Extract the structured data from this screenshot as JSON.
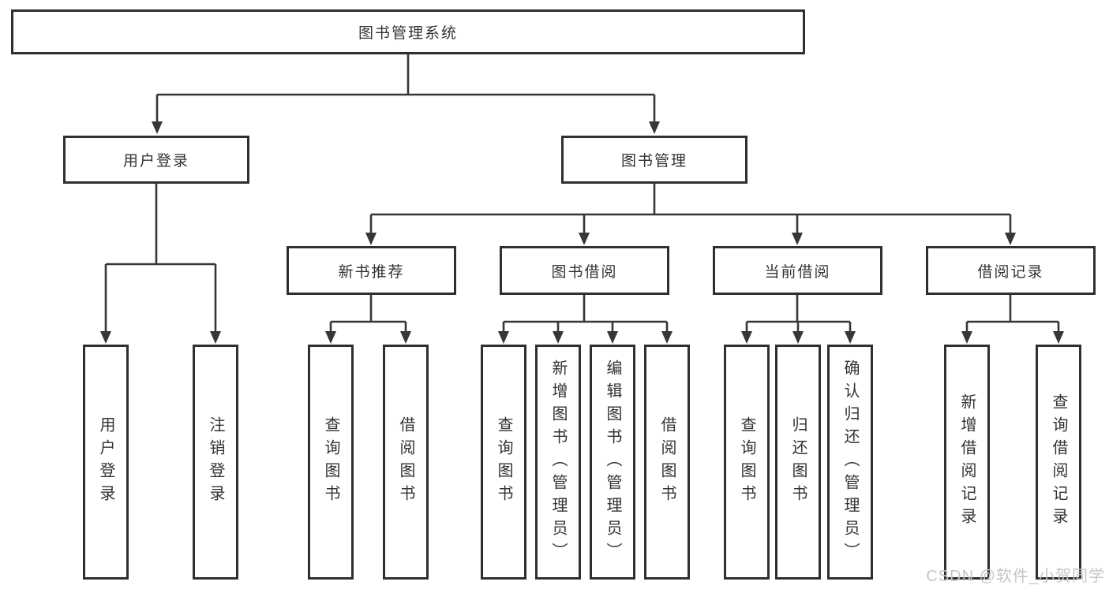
{
  "diagram": {
    "type": "hierarchy-tree",
    "root": {
      "label": "图书管理系统"
    },
    "level2": [
      {
        "label": "用户登录",
        "children": [
          "用户登录",
          "注销登录"
        ]
      },
      {
        "label": "图书管理"
      }
    ],
    "level3": [
      {
        "label": "新书推荐",
        "children": [
          "查询图书",
          "借阅图书"
        ]
      },
      {
        "label": "图书借阅",
        "children": [
          "查询图书",
          "新增图书（管理员）",
          "编辑图书（管理员）",
          "借阅图书"
        ]
      },
      {
        "label": "当前借阅",
        "children": [
          "查询图书",
          "归还图书",
          "确认归还（管理员）"
        ]
      },
      {
        "label": "借阅记录",
        "children": [
          "新增借阅记录",
          "查询借阅记录"
        ]
      }
    ],
    "watermark": "CSDN @软件_小贺同学",
    "colors": {
      "line": "#363636",
      "box_border": "#2f2f2f",
      "text": "#333333",
      "watermark": "#c6c6c6",
      "background": "#ffffff"
    }
  }
}
